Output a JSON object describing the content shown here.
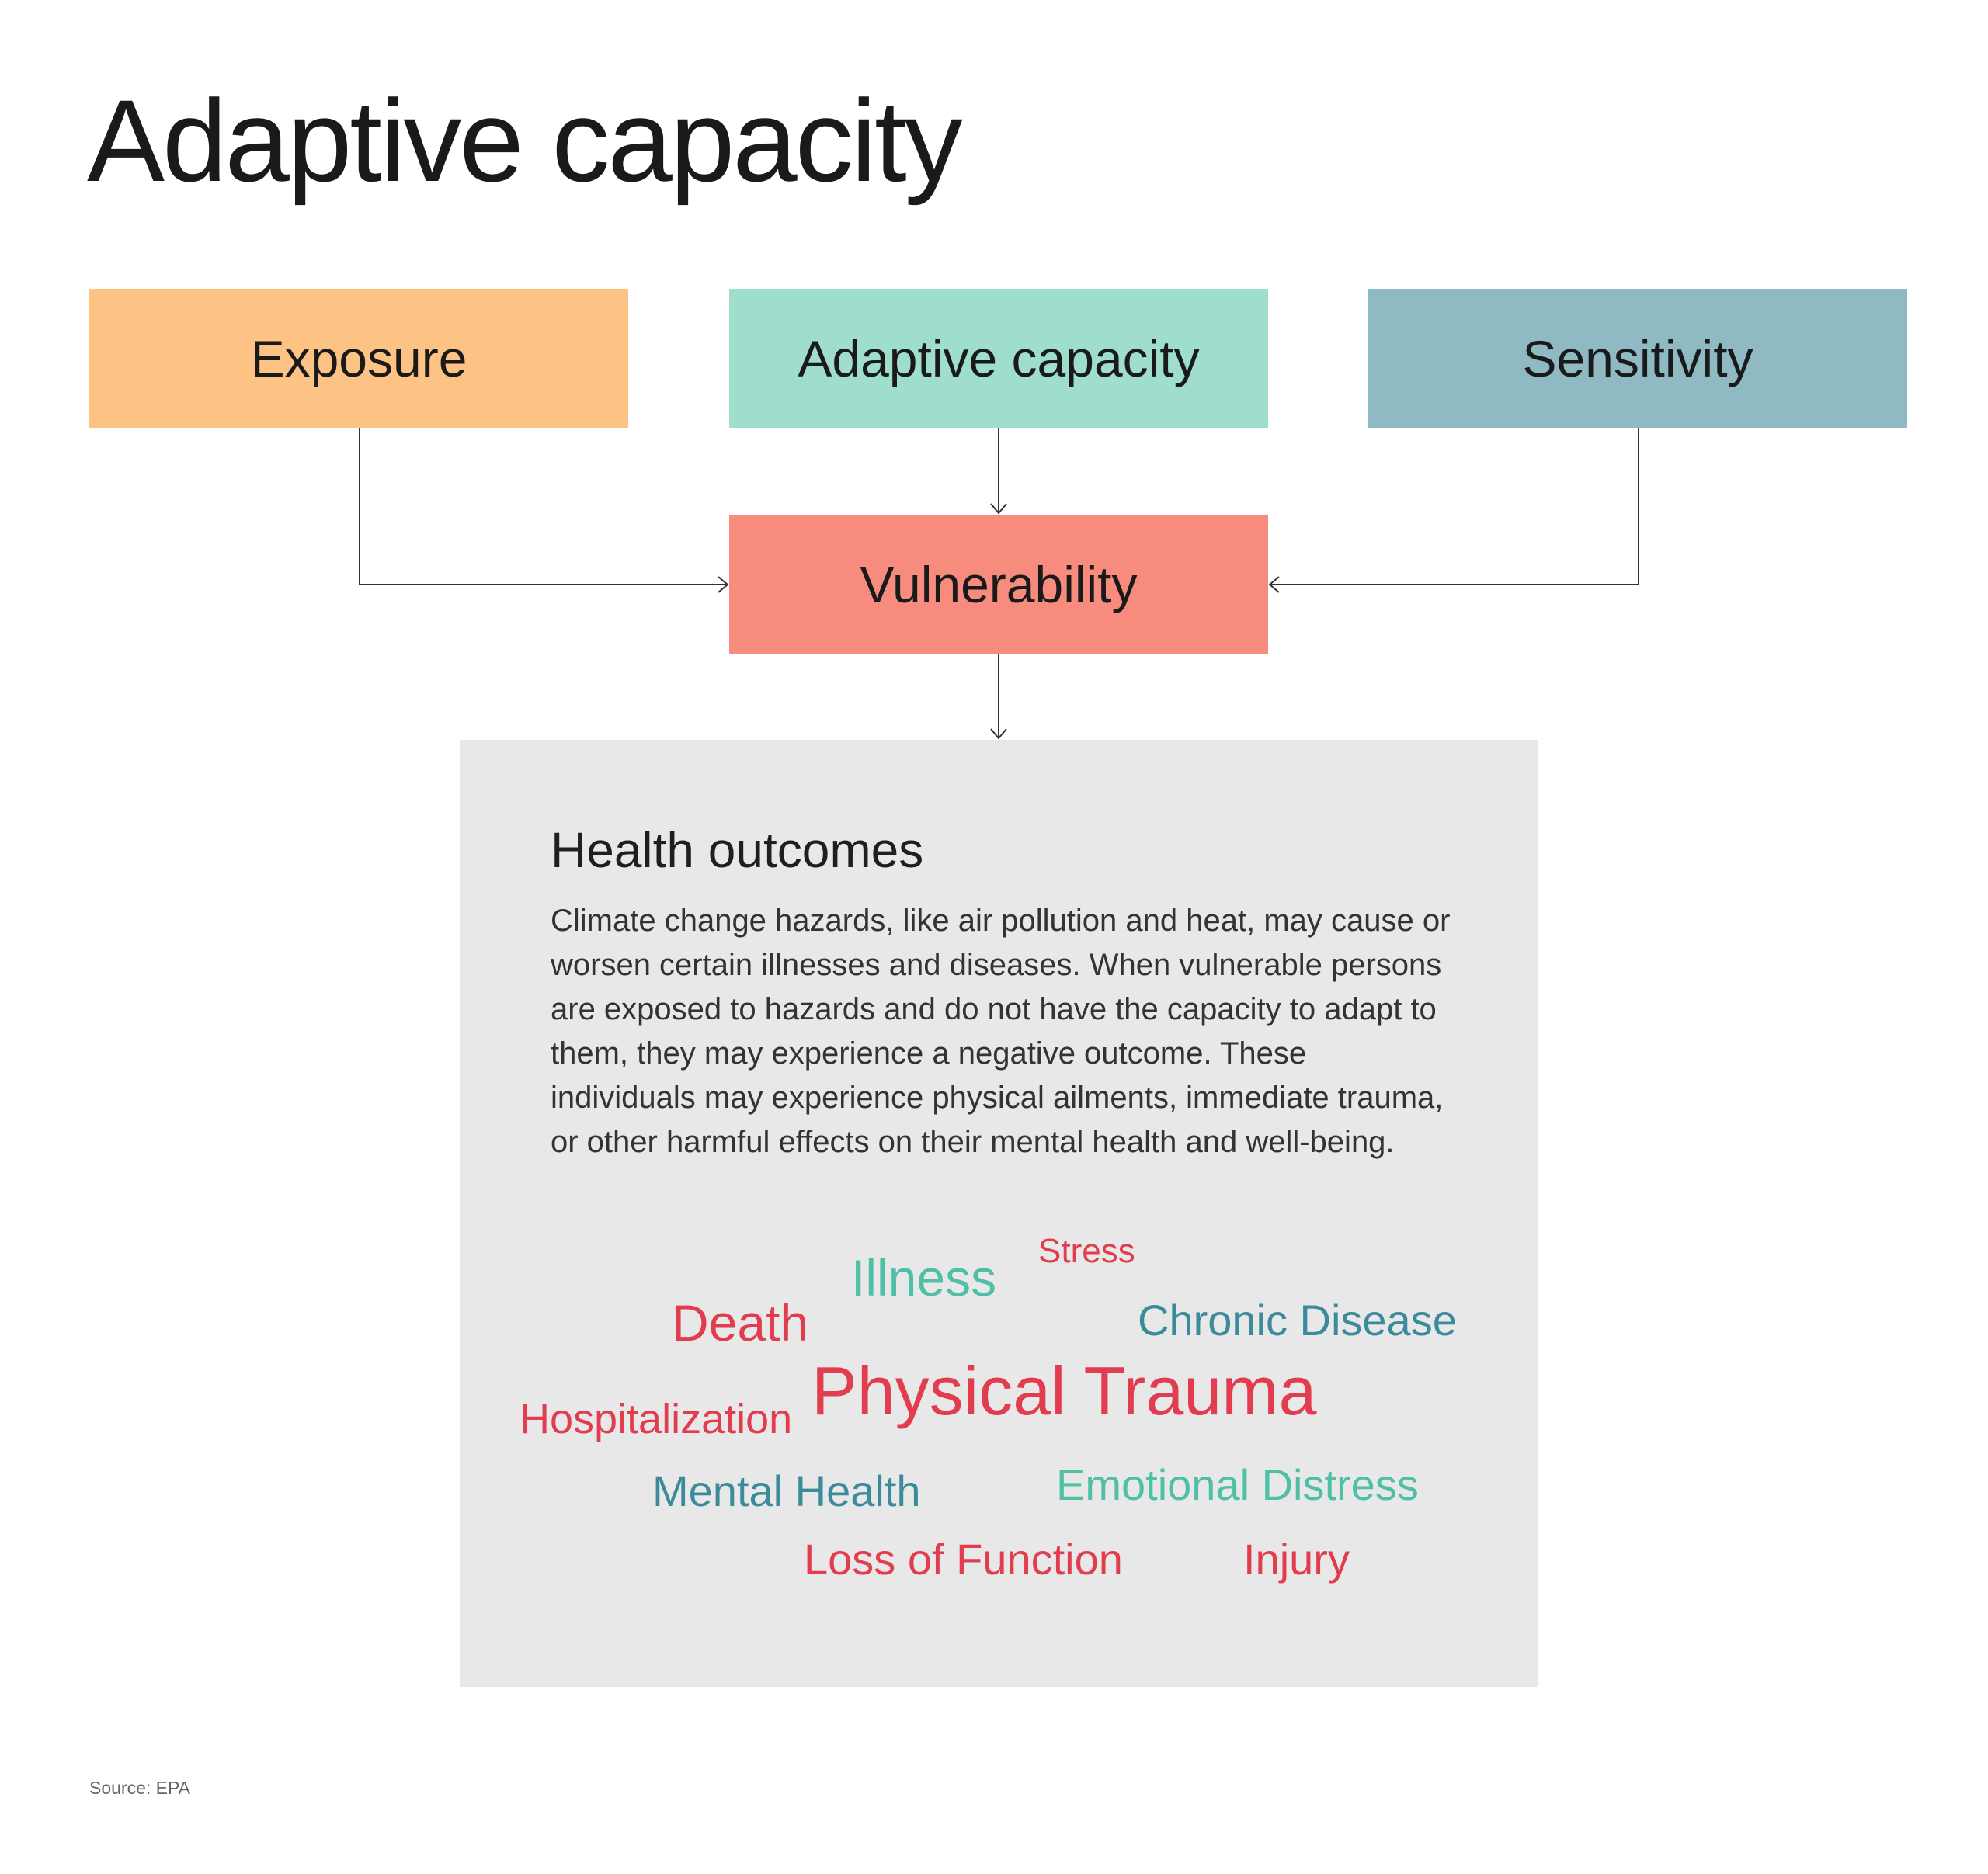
{
  "title": "Adaptive capacity",
  "boxes": {
    "exposure": {
      "label": "Exposure",
      "color": "#fdc384"
    },
    "adaptive": {
      "label": "Adaptive capacity",
      "color": "#9fdecd"
    },
    "sensitivity": {
      "label": "Sensitivity",
      "color": "#8fb9c3"
    },
    "vulnerability": {
      "label": "Vulnerability",
      "color": "#f68b7e"
    }
  },
  "outcomes": {
    "heading": "Health outcomes",
    "description": "Climate change hazards, like air pollution and heat, may cause or worsen certain illnesses and diseases. When vulnerable persons are exposed to hazards and do not have the capacity to adapt to them, they may experience a negative outcome. These individuals may experience physical ailments, immediate trauma, or other harmful effects on their mental health and well-being.",
    "words": [
      {
        "text": "Stress",
        "color": "#e23d4e"
      },
      {
        "text": "Illness",
        "color": "#4fbfa8"
      },
      {
        "text": "Death",
        "color": "#e23d4e"
      },
      {
        "text": "Chronic Disease",
        "color": "#3c8b9b"
      },
      {
        "text": "Physical Trauma",
        "color": "#e23d4e"
      },
      {
        "text": "Hospitalization",
        "color": "#e23d4e"
      },
      {
        "text": "Mental Health",
        "color": "#3c8b9b"
      },
      {
        "text": "Emotional Distress",
        "color": "#4fbfa8"
      },
      {
        "text": "Loss of Function",
        "color": "#e23d4e"
      },
      {
        "text": "Injury",
        "color": "#e23d4e"
      }
    ]
  },
  "source": "Source: EPA"
}
